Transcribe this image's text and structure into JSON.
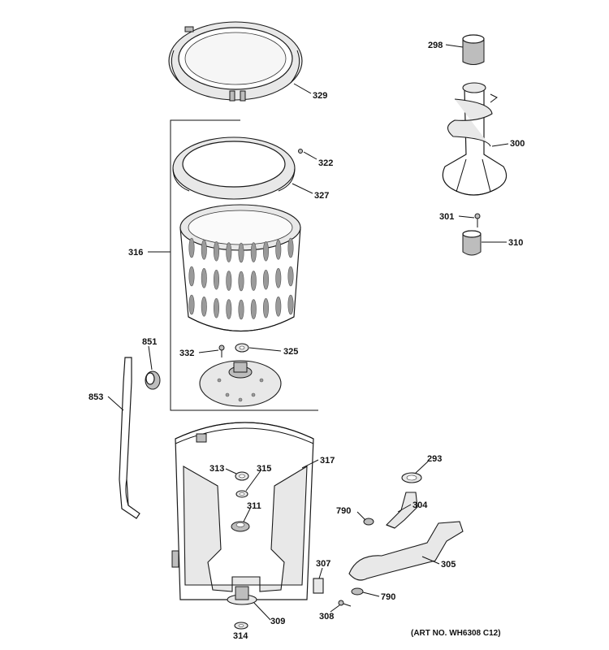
{
  "parts": [
    {
      "id": "lbl-298",
      "text": "298"
    },
    {
      "id": "lbl-329",
      "text": "329"
    },
    {
      "id": "lbl-300",
      "text": "300"
    },
    {
      "id": "lbl-322",
      "text": "322"
    },
    {
      "id": "lbl-327",
      "text": "327"
    },
    {
      "id": "lbl-316",
      "text": "316"
    },
    {
      "id": "lbl-301",
      "text": "301"
    },
    {
      "id": "lbl-310",
      "text": "310"
    },
    {
      "id": "lbl-851",
      "text": "851"
    },
    {
      "id": "lbl-332",
      "text": "332"
    },
    {
      "id": "lbl-325",
      "text": "325"
    },
    {
      "id": "lbl-853",
      "text": "853"
    },
    {
      "id": "lbl-317",
      "text": "317"
    },
    {
      "id": "lbl-313",
      "text": "313"
    },
    {
      "id": "lbl-315",
      "text": "315"
    },
    {
      "id": "lbl-293",
      "text": "293"
    },
    {
      "id": "lbl-311",
      "text": "311"
    },
    {
      "id": "lbl-790a",
      "text": "790"
    },
    {
      "id": "lbl-304",
      "text": "304"
    },
    {
      "id": "lbl-305",
      "text": "305"
    },
    {
      "id": "lbl-307",
      "text": "307"
    },
    {
      "id": "lbl-790b",
      "text": "790"
    },
    {
      "id": "lbl-308",
      "text": "308"
    },
    {
      "id": "lbl-309",
      "text": "309"
    },
    {
      "id": "lbl-314",
      "text": "314"
    }
  ],
  "art_number": "(ART NO. WH6308 C12)"
}
